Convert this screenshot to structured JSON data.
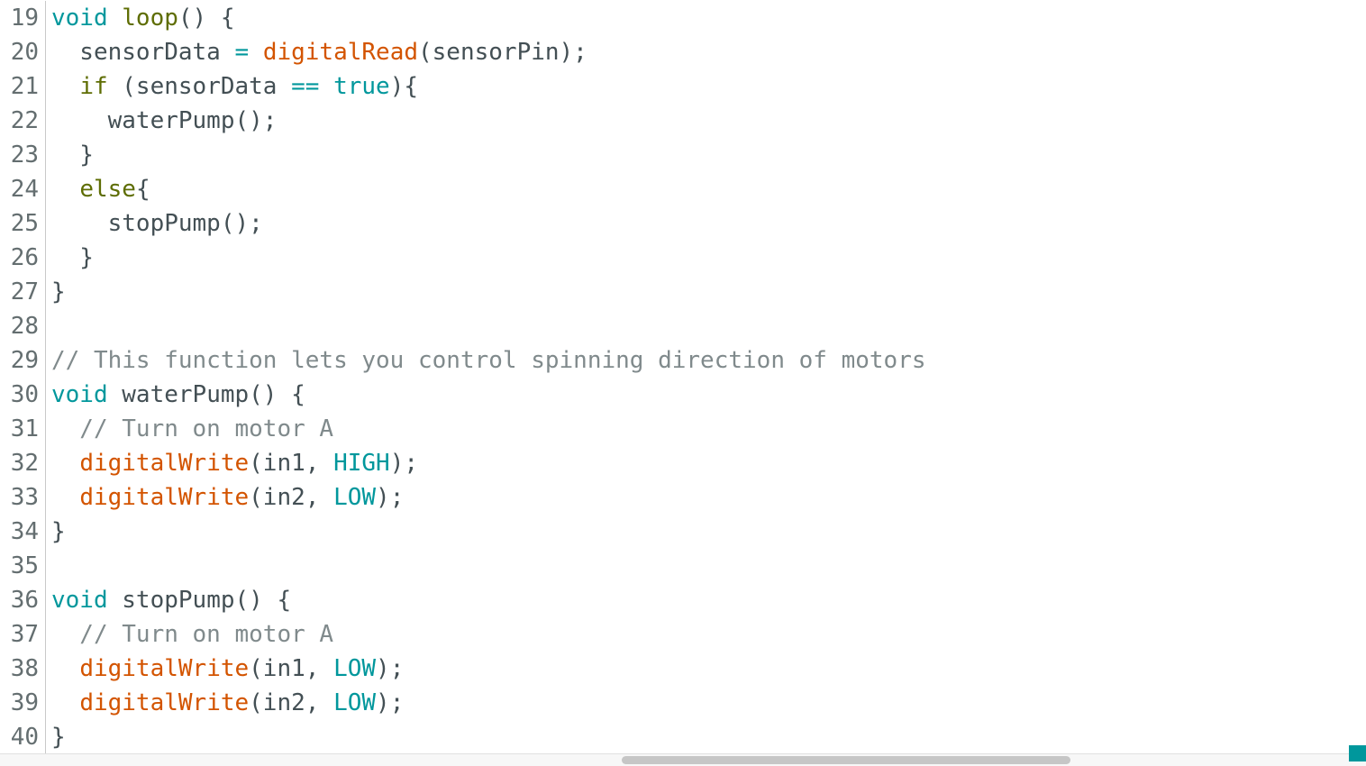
{
  "palette": {
    "background": "#FFFFFF",
    "plain_text": "#434F54",
    "type_keyword": "#00979C",
    "function_definition": "#5E6D03",
    "control_keyword": "#5E6D03",
    "builtin_function": "#D35400",
    "constant": "#00979C",
    "operator": "#00979C",
    "comment": "#808A8C",
    "line_number": "#646E70",
    "gutter_separator": "#C9C9C9",
    "scrollbar_thumb": "#C6C6C6",
    "status_corner": "#00979C"
  },
  "editor": {
    "language": "arduino-c",
    "first_line_number": 19,
    "last_line_number": 40,
    "lines": [
      {
        "n": "19",
        "s": [
          [
            "void",
            "type"
          ],
          [
            " ",
            "p"
          ],
          [
            "loop",
            "func"
          ],
          [
            "() {",
            "p"
          ]
        ]
      },
      {
        "n": "20",
        "s": [
          [
            "  sensorData ",
            "p"
          ],
          [
            "=",
            "op"
          ],
          [
            " ",
            "p"
          ],
          [
            "digitalRead",
            "builtin"
          ],
          [
            "(sensorPin);",
            "p"
          ]
        ]
      },
      {
        "n": "21",
        "s": [
          [
            "  ",
            "p"
          ],
          [
            "if",
            "ctrl"
          ],
          [
            " (sensorData ",
            "p"
          ],
          [
            "==",
            "op"
          ],
          [
            " ",
            "p"
          ],
          [
            "true",
            "const"
          ],
          [
            "){",
            "p"
          ]
        ]
      },
      {
        "n": "22",
        "s": [
          [
            "    waterPump();",
            "p"
          ]
        ]
      },
      {
        "n": "23",
        "s": [
          [
            "  }",
            "p"
          ]
        ]
      },
      {
        "n": "24",
        "s": [
          [
            "  ",
            "p"
          ],
          [
            "else",
            "ctrl"
          ],
          [
            "{",
            "p"
          ]
        ]
      },
      {
        "n": "25",
        "s": [
          [
            "    stopPump();",
            "p"
          ]
        ]
      },
      {
        "n": "26",
        "s": [
          [
            "  }",
            "p"
          ]
        ]
      },
      {
        "n": "27",
        "s": [
          [
            "}",
            "p"
          ]
        ]
      },
      {
        "n": "28",
        "s": []
      },
      {
        "n": "29",
        "s": [
          [
            "// This function lets you control spinning direction of motors",
            "comment"
          ]
        ]
      },
      {
        "n": "30",
        "s": [
          [
            "void",
            "type"
          ],
          [
            " waterPump() {",
            "p"
          ]
        ]
      },
      {
        "n": "31",
        "s": [
          [
            "  // Turn on motor A",
            "comment"
          ]
        ]
      },
      {
        "n": "32",
        "s": [
          [
            "  ",
            "p"
          ],
          [
            "digitalWrite",
            "builtin"
          ],
          [
            "(in1, ",
            "p"
          ],
          [
            "HIGH",
            "const"
          ],
          [
            ");",
            "p"
          ]
        ]
      },
      {
        "n": "33",
        "s": [
          [
            "  ",
            "p"
          ],
          [
            "digitalWrite",
            "builtin"
          ],
          [
            "(in2, ",
            "p"
          ],
          [
            "LOW",
            "const"
          ],
          [
            ");",
            "p"
          ]
        ]
      },
      {
        "n": "34",
        "s": [
          [
            "}",
            "p"
          ]
        ]
      },
      {
        "n": "35",
        "s": []
      },
      {
        "n": "36",
        "s": [
          [
            "void",
            "type"
          ],
          [
            " stopPump() {",
            "p"
          ]
        ]
      },
      {
        "n": "37",
        "s": [
          [
            "  // Turn on motor A",
            "comment"
          ]
        ]
      },
      {
        "n": "38",
        "s": [
          [
            "  ",
            "p"
          ],
          [
            "digitalWrite",
            "builtin"
          ],
          [
            "(in1, ",
            "p"
          ],
          [
            "LOW",
            "const"
          ],
          [
            ");",
            "p"
          ]
        ]
      },
      {
        "n": "39",
        "s": [
          [
            "  ",
            "p"
          ],
          [
            "digitalWrite",
            "builtin"
          ],
          [
            "(in2, ",
            "p"
          ],
          [
            "LOW",
            "const"
          ],
          [
            ");",
            "p"
          ]
        ]
      },
      {
        "n": "40",
        "s": [
          [
            "}",
            "p"
          ]
        ]
      }
    ]
  },
  "scrollbar": {
    "orientation": "horizontal"
  }
}
